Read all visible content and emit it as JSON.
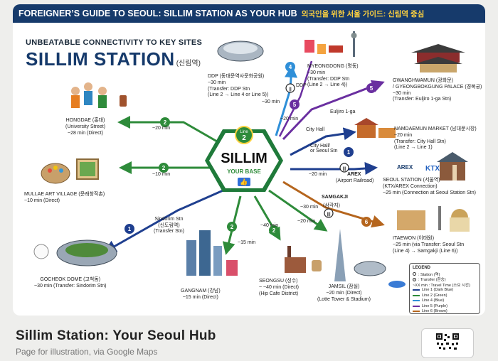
{
  "banner": {
    "title": "FOREIGNER’S GUIDE TO SEOUL: SILLIM STATION AS YOUR HUB",
    "title_ko": "외국인을 위한 서울 가이드: 신림역 중심"
  },
  "header": {
    "headline": "UNBEATABLE CONNECTIVITY TO KEY SITES",
    "station": "SILLIM STATION",
    "station_ko": "(신림역)"
  },
  "hub": {
    "name": "SILLIM",
    "tagline": "YOUR BASE",
    "line_word": "Line",
    "line_num": "2"
  },
  "colors": {
    "line1": "#1f3f8f",
    "line2": "#2e8b3a",
    "line4": "#2f8fd8",
    "line5": "#6a2fa0",
    "line6": "#b5651d",
    "banner": "#163a6b"
  },
  "routes": {
    "hongdae_time": "~20 min",
    "mullae_time": "~10 min",
    "gangnam_time": "~15 min",
    "seongsu_time": "~40 min",
    "jamsil_time": "~20 min",
    "samgakji_time": "~30 min",
    "arex_time": "~20 min",
    "cityhall_time": "~20 min",
    "ddp_time": "~30 min"
  },
  "transfers": {
    "ddp": "DDP",
    "euljiro": "Euljiro 1-ga",
    "cityhall": "City Hall",
    "cityhall_seoul": "City Hall/\nor Seoul Stn",
    "arex": "AREX",
    "arex_sub": "(Airport Railroad)",
    "samgakji": "SAMGAKJI",
    "samgakji_ko": "(삼각지)",
    "sindorim": "Sindorim Stn\n(신도림역)\n(Transfer Stn)"
  },
  "places": {
    "hongdae": "HONGDAE (홍대)\n(University Street)\n~28 min (Direct)",
    "mullae": "MULLAE ART VILLAGE (문래창작촌)\n~10 min (Direct)",
    "gocheok": "GOCHEOK DOME (고척돔)\n~30 min (Transfer: Sindorim Stn)",
    "gangnam": "GANGNAM (강남)\n~15 min (Direct)",
    "seongsu": "SEONGSU (성수)\n~ ~40 min (Direct)\n(Hip Cafe District)",
    "jamsil": "JAMSIL (잠실)\n~20 min (Direct)\n(Lotte Tower & Stadium)",
    "itaewon": "ITAEWON (이태원)\n~25 min (via Transfer: Seoul Stn\n(Line 4) → Samgakji (Line 6))",
    "seoul_station": "SEOUL STATION (서울역)\n(KTX/AREX Connection)\n~25 min (Connection at Seoul Station Stn)",
    "namdaemun": "NAMDAEMUN MARKET (남대문시장)\n~20 min\n(Transfer: City Hall Stn)\n(Line 2 → Line 1)",
    "gwanghwamun": "GWANGHWAMUN (광화문)\n/ GYEONGBOKGUNG PALACE (경복궁)\n~30 min\n(Transfer: Euljiro 1-ga Stn)",
    "myeongdong": "MYEONGDONG (명동)\n~30 min\n(Transfer: DDP Stn\n(Line 2 → Line 4))",
    "ddp": "DDP (동대문역사문화공원)\n~30 min\n(Transfer: DDP Stn\n(Line 2 → Line 4 or Line 5))"
  },
  "brands": {
    "arex": "AREX",
    "ktx": "KTX"
  },
  "legend": {
    "title": "LEGEND",
    "station": ": Station (역)",
    "transfer": ": Transfer (환승)",
    "travel": "~XX min : Travel Time (소요 시간)",
    "l1": "Line 1 (Dark Blue)",
    "l2": "Line 2 (Green)",
    "l4": "Line 4 (Blue)",
    "l5": "Line 5 (Purple)",
    "l6": "Line 6 (Brown)"
  },
  "footer": {
    "title": "Sillim Station: Your Seoul Hub",
    "subtitle": "Page for illustration, via Google Maps"
  }
}
